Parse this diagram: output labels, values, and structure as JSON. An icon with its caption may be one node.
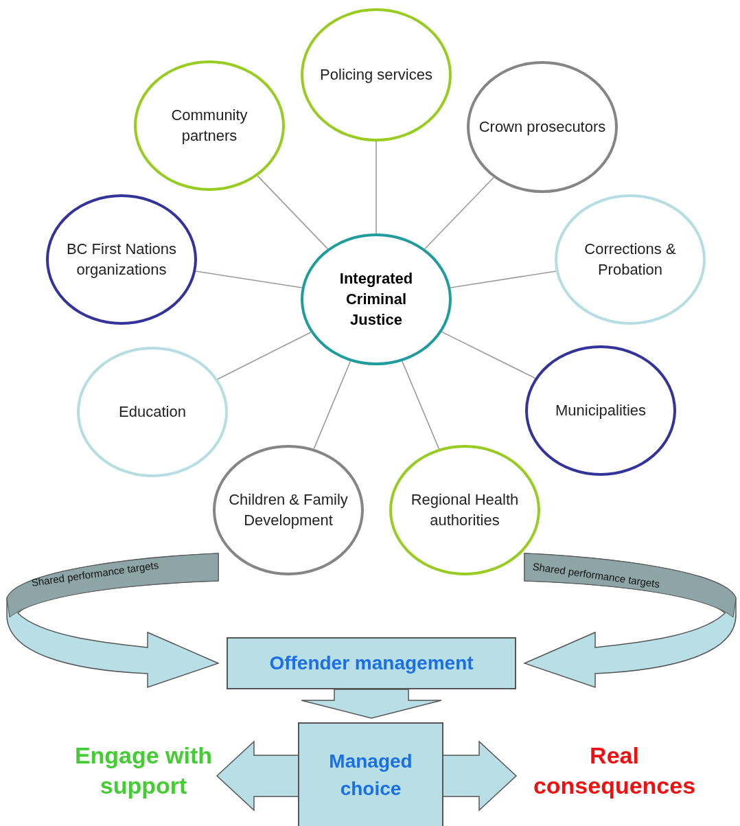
{
  "diagram": {
    "nodes": [
      {
        "text": [
          "Integrated Criminal Justice"
        ]
      },
      {
        "text": [
          "Policing services"
        ]
      },
      {
        "text": [
          "Crown prosecutors"
        ]
      },
      {
        "text": [
          "Corrections & Probation"
        ]
      },
      {
        "text": [
          "Municipalities"
        ]
      },
      {
        "text": [
          "Regional Health authorities"
        ]
      },
      {
        "text": [
          "Children & Family Development"
        ]
      },
      {
        "text": [
          "Education"
        ]
      },
      {
        "text": [
          "BC First Nations organizations"
        ]
      },
      {
        "text": [
          "Community partners"
        ]
      },
      {
        "text": [
          "Offender management"
        ]
      },
      {
        "text": [
          "Managed choice"
        ]
      },
      {
        "text": [
          "Engage with support"
        ]
      },
      {
        "text": [
          "Real consequences"
        ]
      }
    ],
    "edges": [
      {
        "from": 0,
        "to": 1,
        "arrow": "none"
      },
      {
        "from": 0,
        "to": 2,
        "arrow": "none"
      },
      {
        "from": 0,
        "to": 3,
        "arrow": "none"
      },
      {
        "from": 0,
        "to": 4,
        "arrow": "none"
      },
      {
        "from": 0,
        "to": 5,
        "arrow": "none"
      },
      {
        "from": 0,
        "to": 6,
        "arrow": "none"
      },
      {
        "from": 0,
        "to": 7,
        "arrow": "none"
      },
      {
        "from": 0,
        "to": 8,
        "arrow": "none"
      },
      {
        "from": 0,
        "to": 9,
        "arrow": "none"
      },
      {
        "from": null,
        "to": 10,
        "arrow": "to",
        "label": "Shared performance targets",
        "style": "thick"
      },
      {
        "from": null,
        "to": 10,
        "arrow": "to",
        "label": "Shared performance targets",
        "style": "thick"
      },
      {
        "from": 10,
        "to": 11,
        "arrow": "to",
        "style": "thick"
      },
      {
        "from": 11,
        "to": 12,
        "arrow": "to",
        "style": "thick"
      },
      {
        "from": 11,
        "to": 13,
        "arrow": "to",
        "style": "thick"
      }
    ]
  }
}
